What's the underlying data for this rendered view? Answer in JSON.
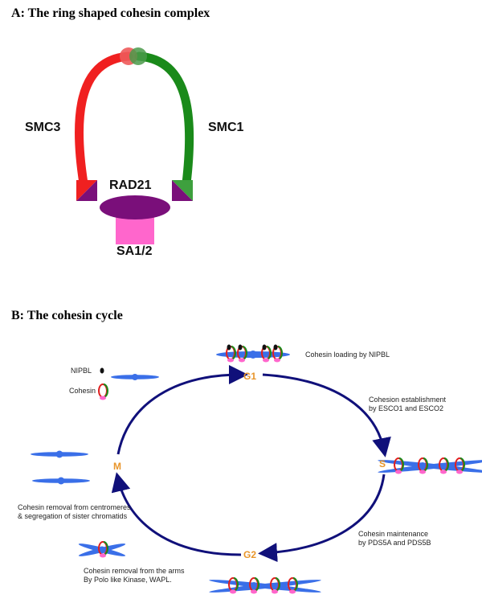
{
  "panel_a": {
    "title_letter": "A",
    "title_text": ": The ring shaped cohesin complex",
    "labels": {
      "smc3": "SMC3",
      "smc1": "SMC1",
      "rad21": "RAD21",
      "sa": "SA1/2"
    },
    "colors": {
      "smc3": "#f02020",
      "smc1": "#1a8a1a",
      "rad21": "#7a0f7a",
      "sa": "#ff66cc"
    }
  },
  "panel_b": {
    "title_letter": "B",
    "title_text": ": The cohesin cycle",
    "phases": {
      "g1": "G1",
      "s": "S",
      "g2": "G2",
      "m": "M"
    },
    "legend": {
      "nipbl": "NIPBL",
      "cohesin": "Cohesin"
    },
    "notes": {
      "loading": "Cohesin loading by NIPBL",
      "establishment_1": "Cohesion establishment",
      "establishment_2": "by ESCO1 and ESCO2",
      "maintenance_1": "Cohesin maintenance",
      "maintenance_2": "by PDS5A and PDS5B",
      "arms_1": "Cohesin removal from the arms",
      "arms_2": "By Polo like Kinase, WAPL.",
      "centromeres_1": "Cohesin removal from centromeres",
      "centromeres_2": "& segregation of sister chromatids"
    },
    "colors": {
      "cycle_arrow": "#10107a",
      "chromatid": "#3a6fe8",
      "phase_label": "#e8952a"
    }
  }
}
